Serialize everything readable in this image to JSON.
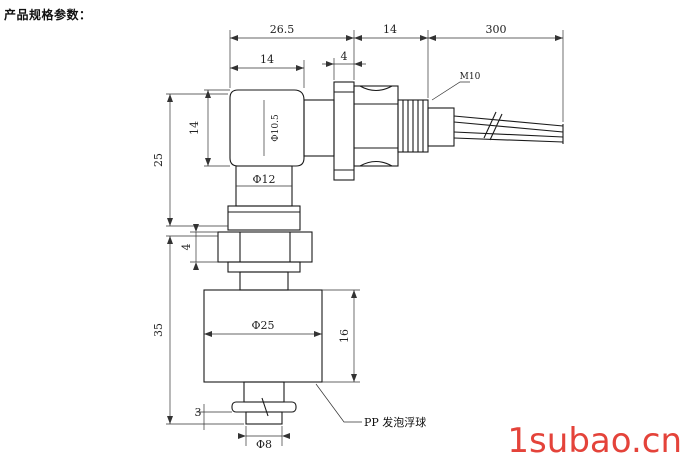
{
  "header": {
    "title": "产品规格参数："
  },
  "drawing": {
    "dimensions": {
      "body_width": "26.5",
      "nut_length": "14",
      "cable_length": "300",
      "head_width": "14",
      "flange_thickness": "4",
      "head_height": "14",
      "bore_diameter": "Φ10.5",
      "thread": "M10",
      "neck_diameter": "Φ12",
      "upper_height": "25",
      "nut_thickness": "4",
      "float_height_total": "35",
      "float_diameter": "Φ25",
      "float_height": "16",
      "stop_height": "3",
      "stem_diameter": "Φ8"
    },
    "callout": "PP 发泡浮球"
  },
  "watermark": "1subao.cn"
}
